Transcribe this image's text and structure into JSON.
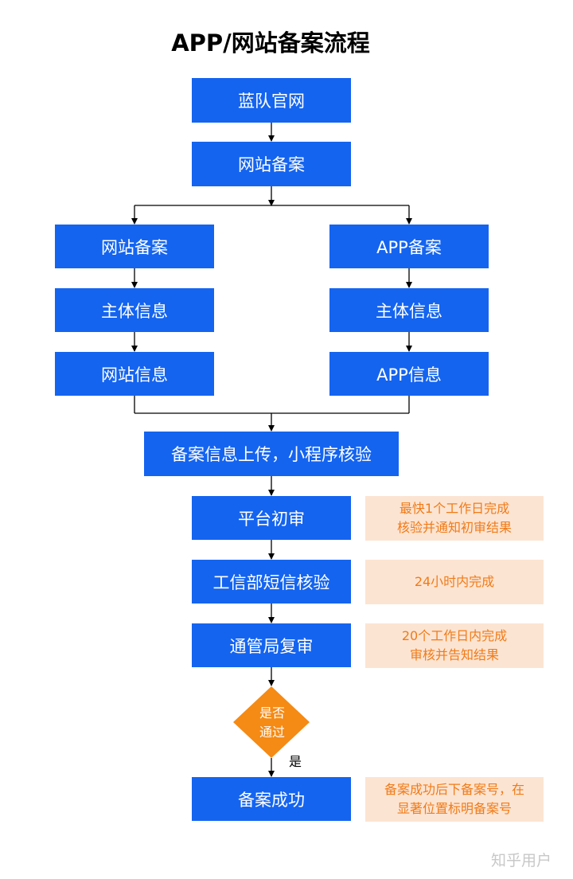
{
  "title": "APP/网站备案流程",
  "nodes": {
    "lanui": "蓝队官网",
    "website_filing_top": "网站备案",
    "website_filing_left": "网站备案",
    "subject_info_left": "主体信息",
    "website_info": "网站信息",
    "app_filing": "APP备案",
    "subject_info_right": "主体信息",
    "app_info": "APP信息",
    "upload": "备案信息上传，小程序核验",
    "platform_review": "平台初审",
    "miit_sms": "工信部短信核验",
    "bureau_review": "通管局复审",
    "decision": "是否\n通过",
    "success": "备案成功"
  },
  "edge_labels": {
    "yes": "是"
  },
  "notes": {
    "platform_review": "最快1个工作日完成\n核验并通知初审结果",
    "miit_sms": "24小时内完成",
    "bureau_review": "20个工作日内完成\n审核并告知结果",
    "success": "备案成功后下备案号，在\n显著位置标明备案号"
  },
  "watermark": "知乎用户",
  "colors": {
    "box": "#1464f0",
    "diamond": "#f58a14",
    "note_bg": "#fce4d2",
    "note_text": "#f07b18",
    "line": "#000000"
  }
}
